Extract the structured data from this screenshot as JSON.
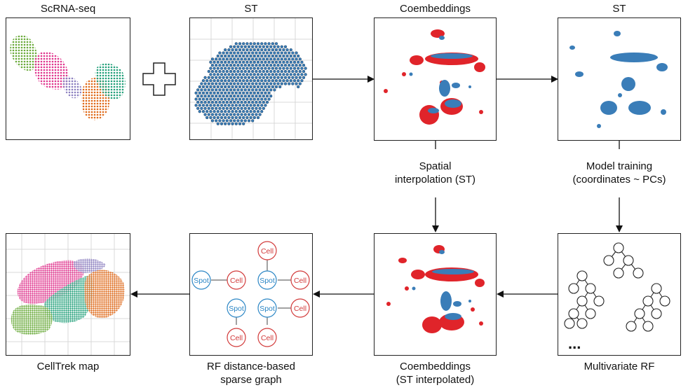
{
  "top_row": {
    "scrna_title": "ScRNA-seq",
    "st_title_1": "ST",
    "coembed_title": "Coembeddings",
    "st_title_2": "ST"
  },
  "mid_row": {
    "spatial_interp_line1": "Spatial",
    "spatial_interp_line2": "interpolation (ST)",
    "model_training_line1": "Model training",
    "model_training_line2": "(coordinates ~ PCs)"
  },
  "bottom_row": {
    "celltrek_caption": "CellTrek map",
    "rf_graph_line1": "RF distance-based",
    "rf_graph_line2": "sparse graph",
    "coembed_interp_line1": "Coembeddings",
    "coembed_interp_line2": "(ST interpolated)",
    "multivariate_caption": "Multivariate RF",
    "ellipsis": "..."
  },
  "graph_nodes": {
    "spot": "Spot",
    "cell": "Cell"
  },
  "colors": {
    "st_blue": "#3a7db8",
    "cell_red": "#e0242a",
    "spot_node_blue": "#2b86c5",
    "cell_node_red": "#d23a3a",
    "cluster_green": "#6aaa3a",
    "cluster_magenta": "#e0368e",
    "cluster_purple": "#8b7fbf",
    "cluster_orange": "#df6a1a",
    "cluster_teal": "#23a07a"
  }
}
